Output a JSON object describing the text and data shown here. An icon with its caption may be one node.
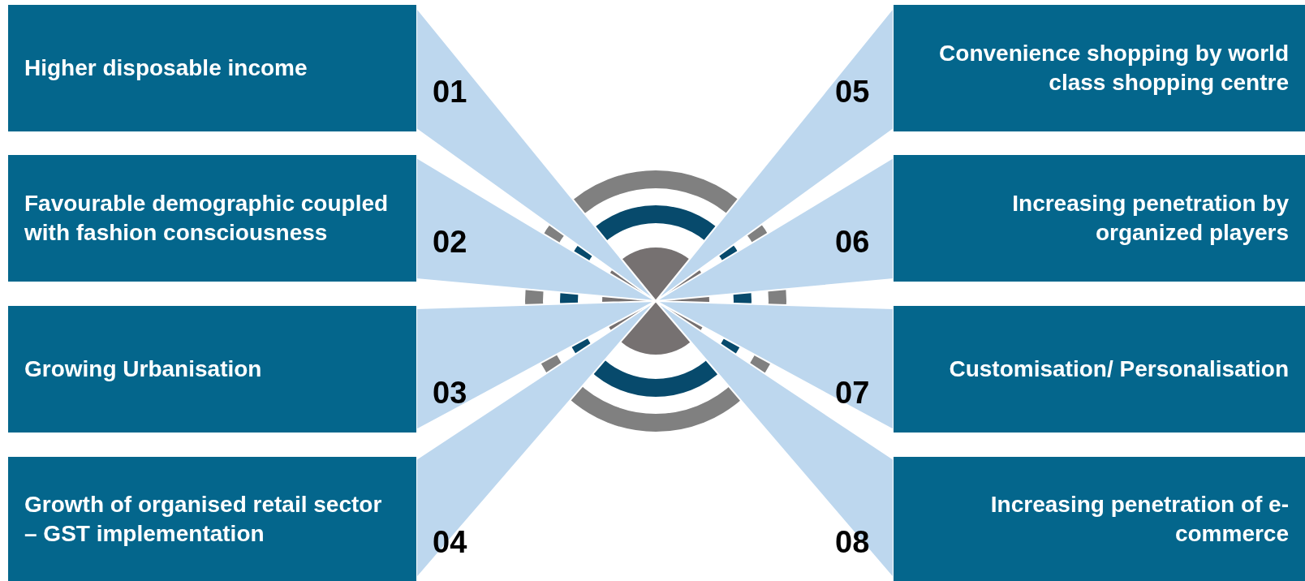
{
  "diagram": {
    "nodes": [
      {
        "text": [
          "Higher disposable income"
        ],
        "beside": [
          "01"
        ]
      },
      {
        "text": [
          "Favourable demographic coupled with fashion consciousness"
        ],
        "beside": [
          "02"
        ]
      },
      {
        "text": [
          "Growing Urbanisation"
        ],
        "beside": [
          "03"
        ]
      },
      {
        "text": [
          "Growth of organised retail sector – GST implementation"
        ],
        "beside": [
          "04"
        ]
      },
      {
        "text": [
          "Convenience shopping by world class shopping centre"
        ],
        "beside": [
          "05"
        ]
      },
      {
        "text": [
          "Increasing penetration by organized players"
        ],
        "beside": [
          "06"
        ]
      },
      {
        "text": [
          "Customisation/ Personalisation"
        ],
        "beside": [
          "07"
        ]
      },
      {
        "text": [
          "Increasing penetration of e-commerce"
        ],
        "beside": [
          "08"
        ]
      }
    ]
  }
}
